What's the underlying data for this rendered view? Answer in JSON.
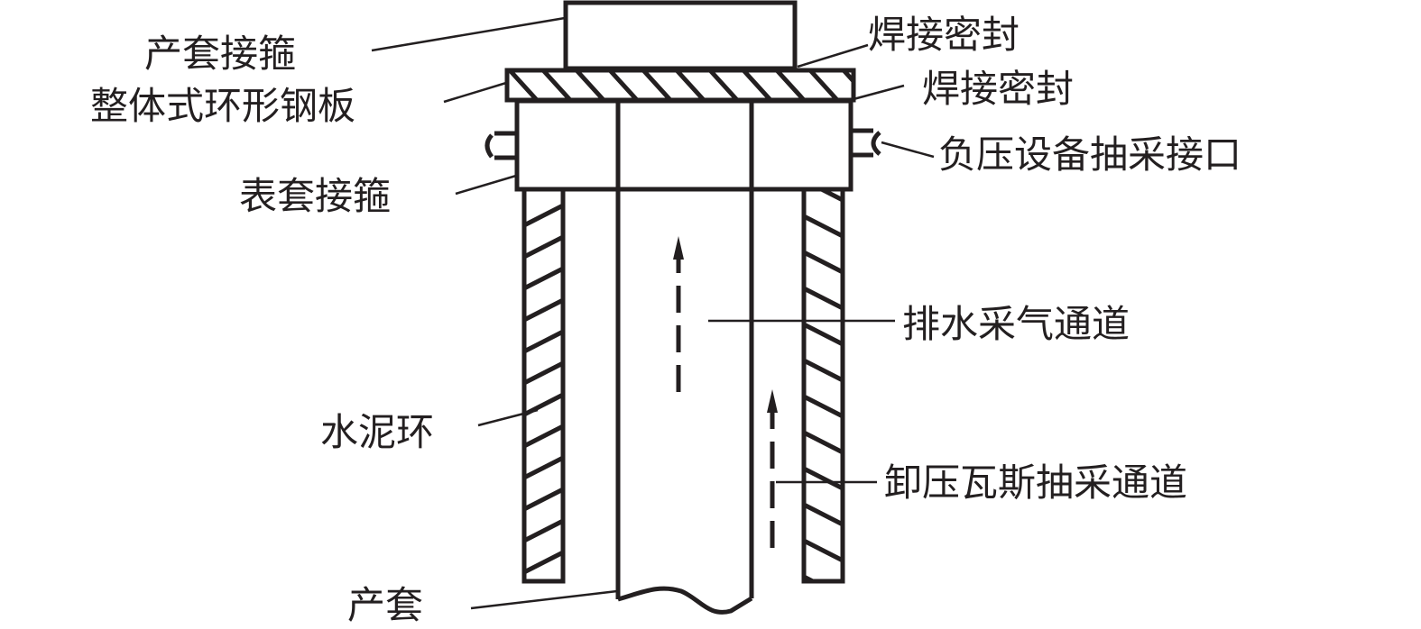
{
  "labels": {
    "production_casing_coupling": "产套接箍",
    "annular_steel_plate": "整体式环形钢板",
    "weld_seal_top": "焊接密封",
    "weld_seal_bottom": "焊接密封",
    "negative_pressure_port": "负压设备抽采接口",
    "surface_casing_coupling": "表套接箍",
    "drainage_gas_channel": "排水采气通道",
    "cement_ring": "水泥环",
    "pressure_relief_gas_channel": "卸压瓦斯抽采通道",
    "production_casing": "产套"
  },
  "colors": {
    "line": "#231f20",
    "background": "#ffffff"
  }
}
